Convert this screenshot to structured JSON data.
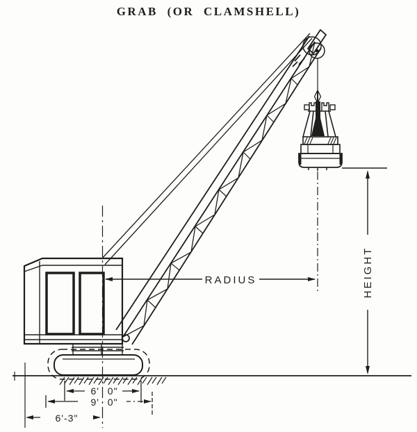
{
  "title": "GRAB (OR CLAMSHELL)",
  "labels": {
    "radius": "RADIUS",
    "height": "HEIGHT"
  },
  "dimensions": {
    "top": "6' 0\"",
    "middle": "9' 0\"",
    "bottom": "6'-3\""
  },
  "colors": {
    "ink": "#1e1e1e",
    "paper": "#fdfdfb"
  }
}
